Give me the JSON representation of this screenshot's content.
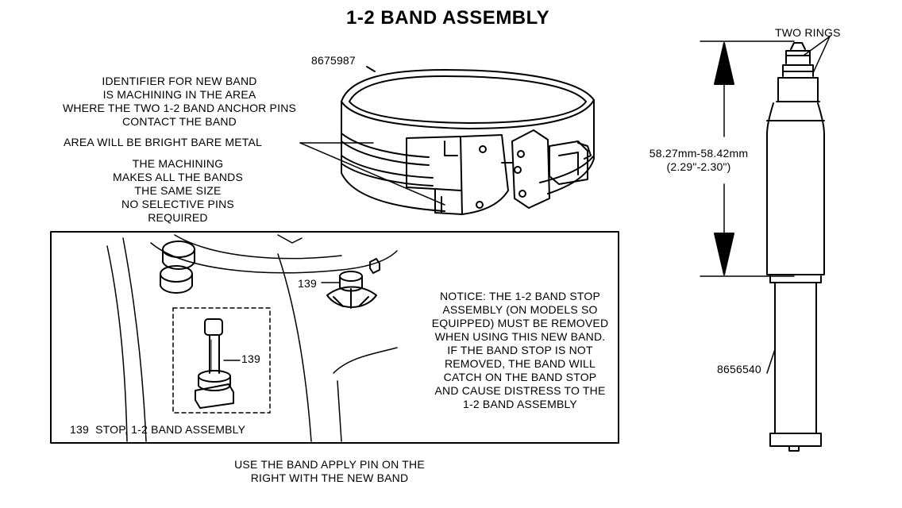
{
  "title": "1-2 BAND ASSEMBLY",
  "band": {
    "part_number": "8675987",
    "identifier_note": "IDENTIFIER FOR NEW BAND\nIS MACHINING IN THE AREA\nWHERE THE TWO 1-2 BAND ANCHOR PINS\nCONTACT THE BAND",
    "bare_metal_note": "AREA WILL BE BRIGHT BARE METAL",
    "machining_note": "THE MACHINING\nMAKES ALL THE BANDS\nTHE SAME SIZE\nNO SELECTIVE PINS\nREQUIRED"
  },
  "inset": {
    "callout_upper": "139",
    "callout_lower": "139",
    "notice": "NOTICE: THE 1-2 BAND STOP\nASSEMBLY (ON MODELS SO\nEQUIPPED) MUST BE REMOVED\nWHEN USING THIS NEW BAND.\nIF THE BAND STOP IS NOT\nREMOVED, THE BAND WILL\nCATCH ON THE BAND STOP\nAND CAUSE DISTRESS TO THE\n1-2 BAND ASSEMBLY",
    "legend": "139  STOP, 1-2 BAND ASSEMBLY"
  },
  "pin": {
    "rings_label": "TWO RINGS",
    "length_label": "58.27mm-58.42mm\n(2.29\"-2.30\")",
    "part_number": "8656540"
  },
  "footer": "USE THE BAND APPLY PIN ON THE\nRIGHT WITH THE NEW BAND"
}
